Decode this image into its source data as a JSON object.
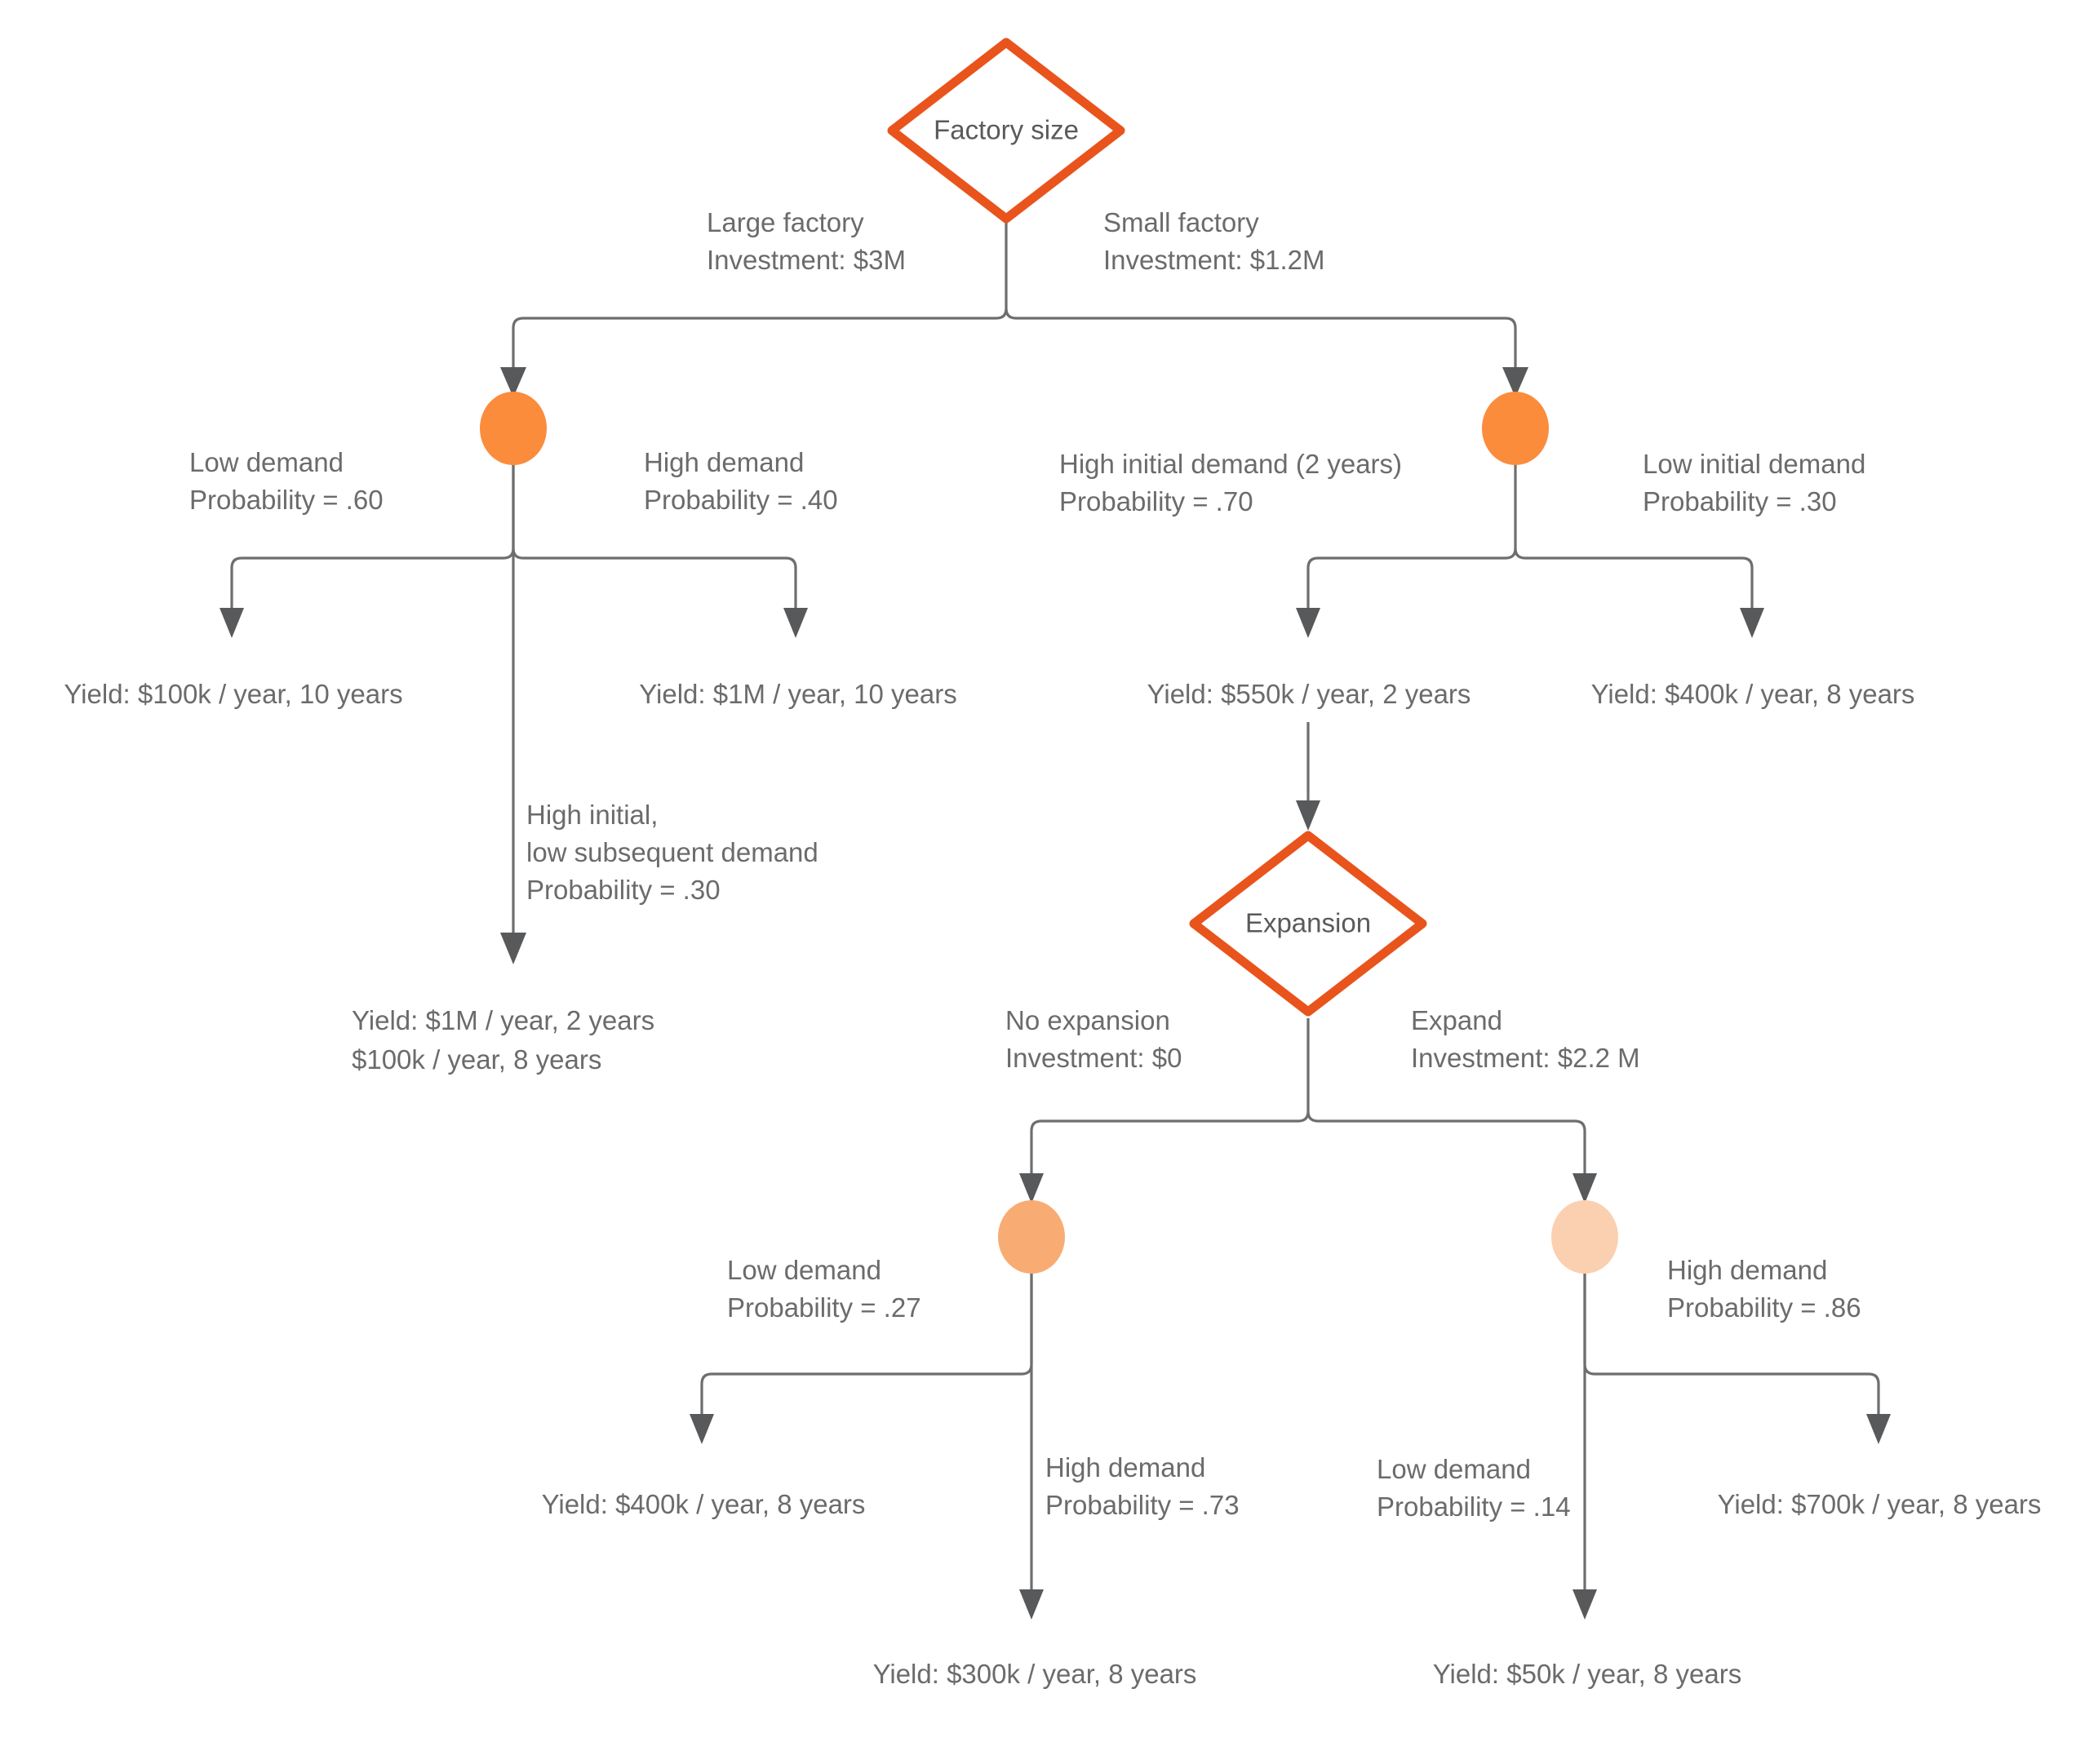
{
  "diagram": {
    "type": "decision-tree",
    "title": "Factory size decision tree",
    "colors": {
      "decision_stroke": "#E8541C",
      "decision_fill": "#FFFFFF",
      "chance_strong": "#FB8C3C",
      "chance_medium": "#F8AC74",
      "chance_light": "#FBD0B0",
      "edge": "#6E6E6E",
      "arrow": "#58595B",
      "text": "#6B6B6B",
      "background": "#FFFFFF"
    }
  },
  "nodes": {
    "root_decision": {
      "label": "Factory size",
      "shape": "diamond"
    },
    "expansion_decision": {
      "label": "Expansion",
      "shape": "diamond"
    },
    "chance_large": {
      "label": "",
      "shape": "circle",
      "fill": "#FB8C3C"
    },
    "chance_small": {
      "label": "",
      "shape": "circle",
      "fill": "#FB8C3C"
    },
    "chance_no_expansion": {
      "label": "",
      "shape": "circle",
      "fill": "#F8AC74"
    },
    "chance_expand": {
      "label": "",
      "shape": "circle",
      "fill": "#FBD0B0"
    }
  },
  "edge_labels": {
    "large_factory": {
      "line1": "Large factory",
      "line2": "Investment: $3M"
    },
    "small_factory": {
      "line1": "Small factory",
      "line2": "Investment: $1.2M"
    },
    "low_demand_large": {
      "line1": "Low demand",
      "line2": "Probability = .60"
    },
    "high_demand_large": {
      "line1": "High demand",
      "line2": "Probability = .40"
    },
    "high_initial_low_subsequent": {
      "line1": "High initial,",
      "line2": "low subsequent demand",
      "line3": "Probability = .30"
    },
    "high_initial_demand_small": {
      "line1": "High initial demand (2 years)",
      "line2": "Probability = .70"
    },
    "low_initial_demand_small": {
      "line1": "Low initial demand",
      "line2": "Probability = .30"
    },
    "no_expansion": {
      "line1": "No expansion",
      "line2": "Investment: $0"
    },
    "expand": {
      "line1": "Expand",
      "line2": "Investment: $2.2 M"
    },
    "low_demand_no_exp": {
      "line1": "Low demand",
      "line2": "Probability = .27"
    },
    "high_demand_no_exp": {
      "line1": "High demand",
      "line2": "Probability = .73"
    },
    "low_demand_exp": {
      "line1": "Low demand",
      "line2": "Probability = .14"
    },
    "high_demand_exp": {
      "line1": "High demand",
      "line2": "Probability = .86"
    }
  },
  "leaves": {
    "leaf_large_low": {
      "line1": "Yield: $100k / year, 10 years"
    },
    "leaf_large_high": {
      "line1": "Yield: $1M / year, 10 years"
    },
    "leaf_large_mixed": {
      "line1": "Yield: $1M / year, 2 years",
      "line2": "$100k / year, 8 years"
    },
    "leaf_small_high_initial": {
      "line1": "Yield: $550k / year, 2 years"
    },
    "leaf_small_low_initial": {
      "line1": "Yield: $400k / year, 8 years"
    },
    "leaf_noexp_low": {
      "line1": "Yield: $400k / year, 8 years"
    },
    "leaf_noexp_high": {
      "line1": "Yield: $300k / year, 8 years"
    },
    "leaf_exp_low": {
      "line1": "Yield: $50k / year, 8 years"
    },
    "leaf_exp_high": {
      "line1": "Yield: $700k / year, 8 years"
    }
  }
}
